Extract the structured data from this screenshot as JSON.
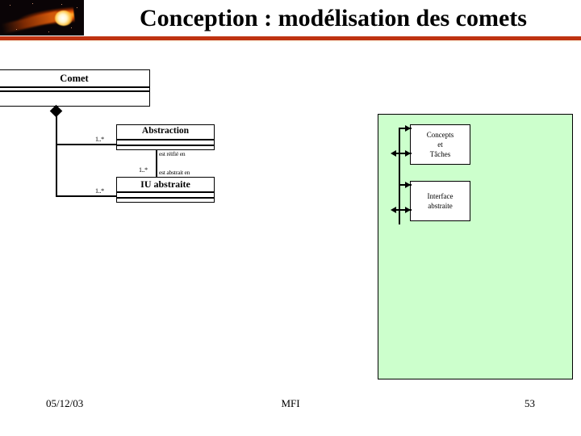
{
  "slide": {
    "title": "Conception : modélisation des comets",
    "logo_icon": "comet-icon",
    "accent_color": "#BF3311",
    "panel_color": "#CCFFCC"
  },
  "uml": {
    "classes": [
      {
        "name": "Comet"
      },
      {
        "name": "Abstraction"
      },
      {
        "name": "IU abstraite"
      }
    ],
    "multiplicities": [
      {
        "label": "1..*"
      },
      {
        "label": "1..*"
      },
      {
        "label": "1..*"
      }
    ],
    "associations": [
      {
        "label": "est réifié en"
      },
      {
        "label": "est abstrait en"
      }
    ]
  },
  "architecture": {
    "boxes": [
      {
        "lines": [
          "Concepts",
          "et",
          "Tâches"
        ]
      },
      {
        "lines": [
          "Interface",
          "abstraite"
        ]
      }
    ]
  },
  "footer": {
    "date": "05/12/03",
    "center": "MFI",
    "page": "53"
  }
}
